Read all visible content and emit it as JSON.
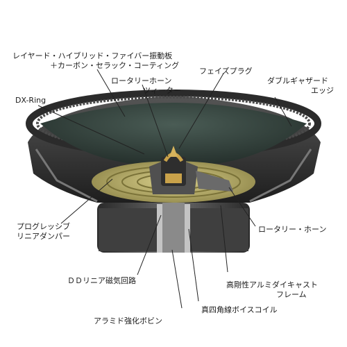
{
  "labels": {
    "cone_material_line1": "レイヤード・ハイブリッド・ファイバー振動板",
    "cone_material_line2": "＋カーボン・セラック・コーティング",
    "phase_plug": "フェイズプラグ",
    "rotary_horn_tweeter_line1": "ロータリーホーン",
    "rotary_horn_tweeter_line2": "ツィーター",
    "double_gathered_edge_line1": "ダブルギャザード",
    "double_gathered_edge_line2": "エッジ",
    "dx_ring": "DX-Ring",
    "progressive_damper_line1": "プログレッシブ",
    "progressive_damper_line2": "リニアダンパー",
    "rotary_horn": "ロータリー・ホーン",
    "dd_linear_magnetic_circuit": "ＤＤリニア磁気回路",
    "aluminum_frame_line1": "高剛性アルミダイキャスト",
    "aluminum_frame_line2": "フレーム",
    "aramid_bobbin": "アラミド強化ボビン",
    "square_wire_voice_coil": "真四角線ボイスコイル"
  },
  "colors": {
    "cone_surface": "#3a4a44",
    "damper": "#b8ad68",
    "frame": "#3c3c3c",
    "magnet": "#5a5a5a",
    "tweeter_gold": "#c9a24a",
    "leader_line": "#222222"
  }
}
